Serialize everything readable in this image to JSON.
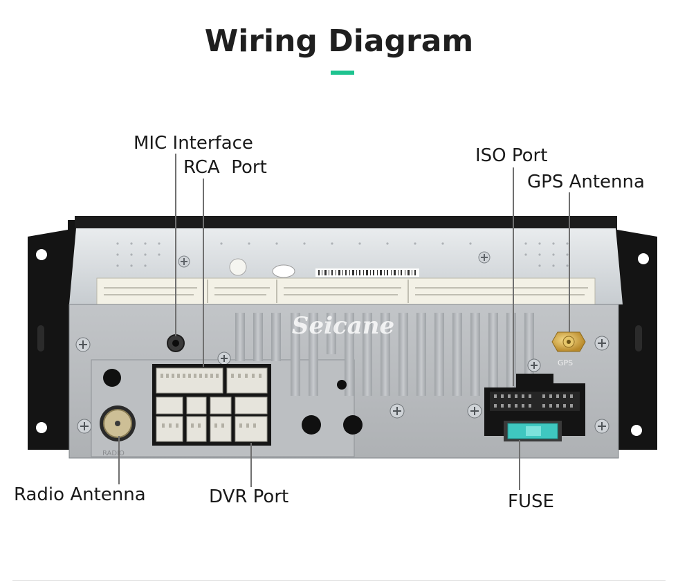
{
  "header": {
    "title": "Wiring Diagram",
    "accent_color": "#1ec38f"
  },
  "labels": {
    "mic": "MIC Interface",
    "rca": "RCA  Port",
    "iso": "ISO Port",
    "gps": "GPS Antenna",
    "radio": "Radio Antenna",
    "dvr": "DVR Port",
    "fuse": "FUSE"
  },
  "device": {
    "watermark": "Seicane",
    "gps_marking": "GPS",
    "radio_marking": "RADIO"
  }
}
